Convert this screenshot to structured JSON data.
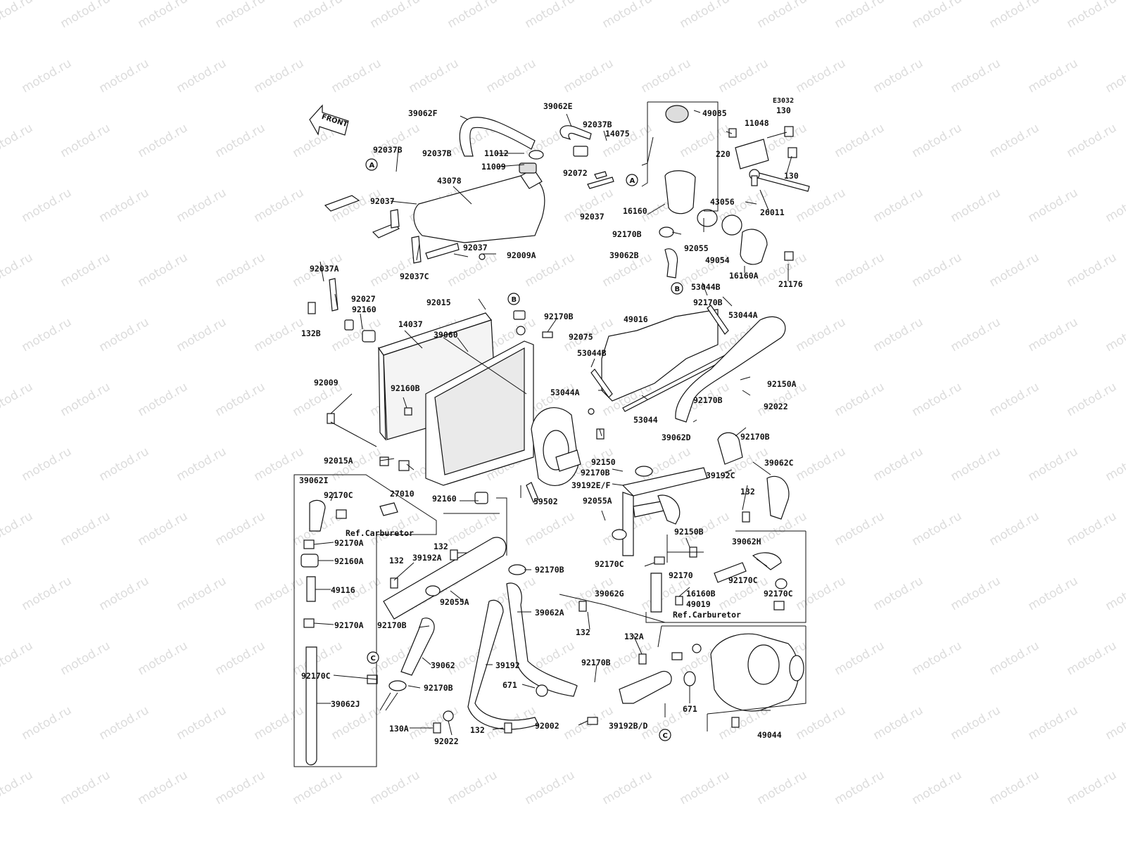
{
  "watermark": "motod.ru",
  "diagram_code": "E3032",
  "front_marker": "FRONT",
  "refs": [
    "A",
    "B",
    "C"
  ],
  "ref_carburetor": "Ref.Carburetor",
  "parts": {
    "p39062F": "39062F",
    "p39062E": "39062E",
    "p92037B_1": "92037B",
    "p92037B_2": "92037B",
    "p92037B_3": "92037B",
    "p14075": "14075",
    "p49085": "49085",
    "p11048": "11048",
    "p130_1": "130",
    "p130_2": "130",
    "p11012": "11012",
    "p11009": "11009",
    "p220": "220",
    "p43078": "43078",
    "p92072": "92072",
    "p92037_1": "92037",
    "p92037_2": "92037",
    "p92037_3": "92037",
    "p16160": "16160",
    "p43056": "43056",
    "p26011": "26011",
    "p92170B_1": "92170B",
    "p92055": "92055",
    "p49054": "49054",
    "p39062B": "39062B",
    "p92009A": "92009A",
    "p92037C": "92037C",
    "p16160A": "16160A",
    "p21176": "21176",
    "p92037A": "92037A",
    "p53044B_1": "53044B",
    "p92170B_2": "92170B",
    "p53044A_1": "53044A",
    "p92027": "92027",
    "p92015": "92015",
    "p92160_1": "92160",
    "p92170B_3": "92170B",
    "p132B": "132B",
    "p14037": "14037",
    "p49016": "49016",
    "p92075": "92075",
    "p39060": "39060",
    "p53044B_2": "53044B",
    "p92009": "92009",
    "p92160B": "92160B",
    "p92150A": "92150A",
    "p53044A_2": "53044A",
    "p92170B_4": "92170B",
    "p92022_1": "92022",
    "p53044": "53044",
    "p39062D": "39062D",
    "p92170B_5": "92170B",
    "p92150": "92150",
    "p92015A": "92015A",
    "p92170B_6": "92170B",
    "p39192C": "39192C",
    "p39062C": "39062C",
    "p27010": "27010",
    "p39192EF": "39192E/F",
    "p39062I": "39062I",
    "p92170C_1": "92170C",
    "p92160_2": "92160",
    "p59502": "59502",
    "p92055A_1": "92055A",
    "p132_1": "132",
    "p92150B": "92150B",
    "p92170A_1": "92170A",
    "p132_2": "132",
    "p39192A": "39192A",
    "p39062H": "39062H",
    "p92160A": "92160A",
    "p132_3": "132",
    "p92170B_7": "92170B",
    "p92170C_2": "92170C",
    "p92170": "92170",
    "p92170C_3": "92170C",
    "p49116": "49116",
    "p92055A_2": "92055A",
    "p39062G": "39062G",
    "p16160B": "16160B",
    "p92170C_4": "92170C",
    "p49019": "49019",
    "p39062A": "39062A",
    "p92170A_2": "92170A",
    "p92170B_8": "92170B",
    "p132_4": "132",
    "p132A": "132A",
    "p39062": "39062",
    "p39192": "39192",
    "p92170B_9": "92170B",
    "p92170C_5": "92170C",
    "p671_1": "671",
    "p92170B_10": "92170B",
    "p671_2": "671",
    "p39062J": "39062J",
    "p130A": "130A",
    "p132_5": "132",
    "p92002": "92002",
    "p39192BD": "39192B/D",
    "p49044": "49044",
    "p92022_2": "92022"
  }
}
